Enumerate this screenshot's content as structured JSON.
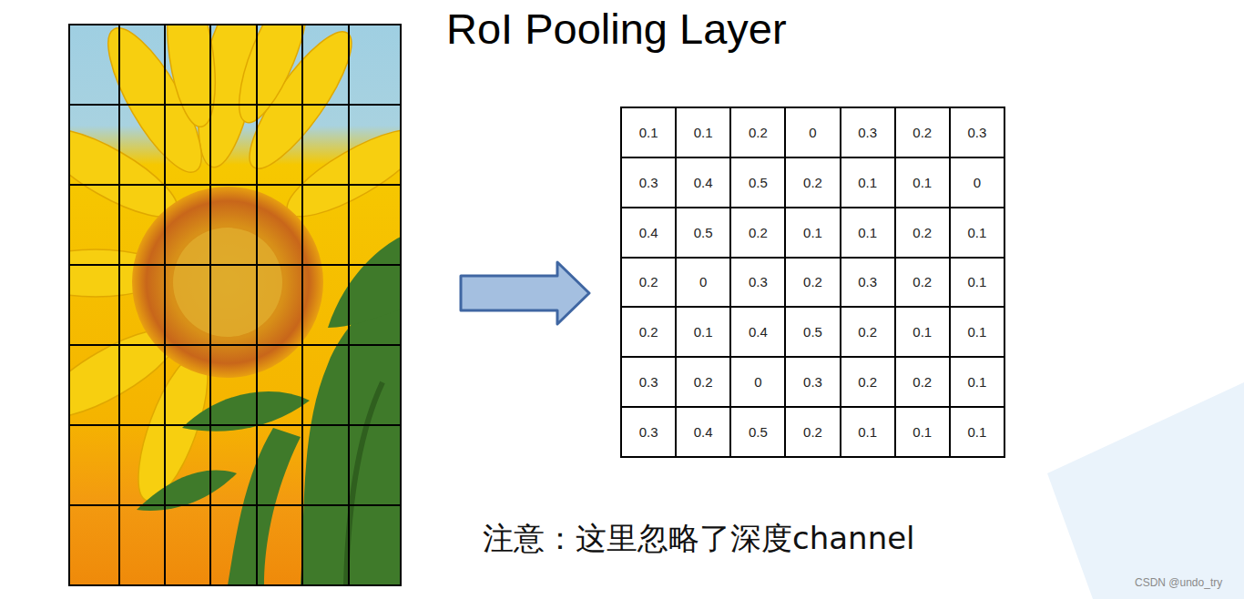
{
  "diagram": {
    "title": "RoI Pooling Layer",
    "labels": [
      "0.1",
      "0.1",
      "0.2",
      "0",
      "0.3",
      "0.2",
      "0.3",
      "0.3",
      "0.4",
      "0.5",
      "0.2",
      "0.1",
      "0.1",
      "0",
      "0.4",
      "0.5",
      "0.2",
      "0.1",
      "0.1",
      "0.2",
      "0.1",
      "0.2",
      "0",
      "0.3",
      "0.2",
      "0.3",
      "0.2",
      "0.1",
      "0.2",
      "0.1",
      "0.4",
      "0.5",
      "0.2",
      "0.1",
      "0.1",
      "0.3",
      "0.2",
      "0",
      "0.3",
      "0.2",
      "0.2",
      "0.1",
      "0.3",
      "0.4",
      "0.5",
      "0.2",
      "0.1",
      "0.1",
      "0.1",
      "注意：这里忽略了深度channel",
      "CSDN @undo_try"
    ]
  }
}
